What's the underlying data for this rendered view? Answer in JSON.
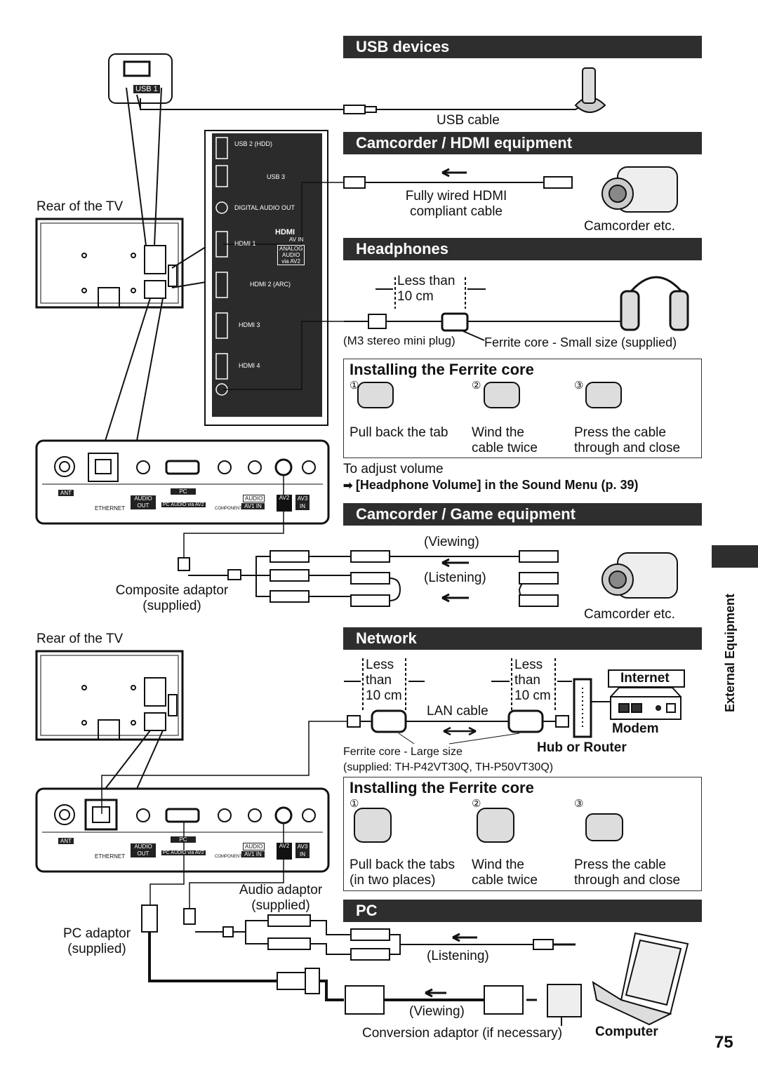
{
  "sections": {
    "usb": "USB devices",
    "hdmi": "Camcorder / HDMI equipment",
    "headphones": "Headphones",
    "game": "Camcorder / Game equipment",
    "network": "Network",
    "pc": "PC"
  },
  "usb": {
    "cable": "USB cable",
    "port": "USB 1"
  },
  "hdmi": {
    "cable_line1": "Fully wired HDMI",
    "cable_line2": "compliant cable",
    "device": "Camcorder etc."
  },
  "headphones": {
    "less_than": "Less than",
    "distance": "10 cm",
    "plug": "(M3 stereo mini plug)",
    "ferrite": "Ferrite core - Small size (supplied)"
  },
  "ferrite_small": {
    "title": "Installing the Ferrite core",
    "steps": [
      {
        "num": "①",
        "line1": "Pull back the tab",
        "line2": ""
      },
      {
        "num": "②",
        "line1": "Wind the",
        "line2": "cable twice"
      },
      {
        "num": "③",
        "line1": "Press the cable",
        "line2": "through and close"
      }
    ]
  },
  "volume": {
    "line1": "To adjust volume",
    "line2": "[Headphone Volume] in the Sound Menu (p. 39)"
  },
  "game": {
    "viewing": "(Viewing)",
    "listening": "(Listening)",
    "device": "Camcorder etc.",
    "adaptor_line1": "Composite adaptor",
    "adaptor_line2": "(supplied)"
  },
  "tv": {
    "rear1": "Rear of the TV",
    "rear2": "Rear of the TV"
  },
  "side_panel": {
    "usb2": "USB 2 (HDD)",
    "usb3": "USB 3",
    "digital": "DIGITAL AUDIO OUT",
    "hdmi1": "HDMI 1",
    "hdmi_logo": "HDMI",
    "av_in": "AV IN",
    "analog": "ANALOG",
    "audio": "AUDIO",
    "via": "via AV2",
    "hdmi2": "HDMI 2 (ARC)",
    "hdmi3": "HDMI 3",
    "hdmi4": "HDMI 4"
  },
  "bottom_panel": {
    "ant": "ANT",
    "ethernet": "ETHERNET",
    "audio_out_1": "AUDIO",
    "audio_out_2": "OUT",
    "pc": "PC",
    "pc_audio": "PC AUDIO via AV2",
    "component": "COMPONENT",
    "audio_av1": "AUDIO",
    "av1_in": "AV1 IN",
    "av2": "AV2",
    "av3": "AV3",
    "in": "IN"
  },
  "network": {
    "less": "Less",
    "than": "than",
    "distance": "10 cm",
    "lan": "LAN cable",
    "internet": "Internet",
    "modem": "Modem",
    "hub": "Hub or Router",
    "ferrite_line1": "Ferrite core - Large size",
    "ferrite_line2": "(supplied: TH-P42VT30Q, TH-P50VT30Q)"
  },
  "ferrite_large": {
    "title": "Installing the Ferrite core",
    "steps": [
      {
        "num": "①",
        "line1": "Pull back the tabs",
        "line2": "(in two places)"
      },
      {
        "num": "②",
        "line1": "Wind the",
        "line2": "cable twice"
      },
      {
        "num": "③",
        "line1": "Press the cable",
        "line2": "through and close"
      }
    ]
  },
  "pc": {
    "audio_adaptor_1": "Audio adaptor",
    "audio_adaptor_2": "(supplied)",
    "pc_adaptor_1": "PC adaptor",
    "pc_adaptor_2": "(supplied)",
    "listening": "(Listening)",
    "viewing": "(Viewing)",
    "conversion": "Conversion adaptor (if necessary)",
    "computer": "Computer"
  },
  "side_tab": "External Equipment",
  "page_number": "75"
}
